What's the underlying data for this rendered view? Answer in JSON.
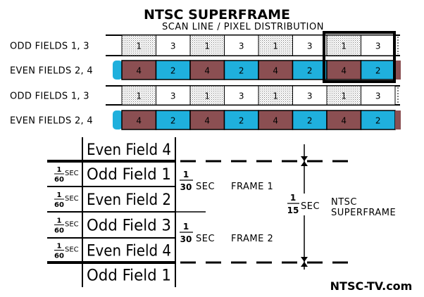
{
  "title": "NTSC SUPERFRAME",
  "subtitle": "SCAN LINE / PIXEL DISTRIBUTION",
  "rows": [
    {
      "label": "ODD FIELDS 1, 3",
      "kind": "odd",
      "cells": [
        "1",
        "3",
        "1",
        "3",
        "1",
        "3",
        "1",
        "3"
      ]
    },
    {
      "label": "EVEN FIELDS 2, 4",
      "kind": "even",
      "cells": [
        "4",
        "2",
        "4",
        "2",
        "4",
        "2",
        "4",
        "2"
      ]
    },
    {
      "label": "ODD FIELDS 1, 3",
      "kind": "odd",
      "cells": [
        "1",
        "3",
        "1",
        "3",
        "1",
        "3",
        "1",
        "3"
      ]
    },
    {
      "label": "EVEN FIELDS 2, 4",
      "kind": "even",
      "cells": [
        "4",
        "2",
        "4",
        "2",
        "4",
        "2",
        "4",
        "2"
      ]
    }
  ],
  "colors": {
    "cell_brown": "#8b4f52",
    "cell_blue": "#1fb0dd",
    "dotted_bg": "#ededed",
    "line": "#000000"
  },
  "fields": [
    {
      "name": "Even Field 4",
      "duration_num": "",
      "duration_den": "",
      "unit": ""
    },
    {
      "name": "Odd Field 1",
      "duration_num": "1",
      "duration_den": "60",
      "unit": "SEC"
    },
    {
      "name": "Even Field 2",
      "duration_num": "1",
      "duration_den": "60",
      "unit": "SEC"
    },
    {
      "name": "Odd Field 3",
      "duration_num": "1",
      "duration_den": "60",
      "unit": "SEC"
    },
    {
      "name": "Even Field 4",
      "duration_num": "1",
      "duration_den": "60",
      "unit": "SEC"
    },
    {
      "name": "Odd Field 1",
      "duration_num": "",
      "duration_den": "",
      "unit": ""
    }
  ],
  "frames": [
    {
      "num": "1",
      "den": "30",
      "unit": "SEC",
      "label": "FRAME 1"
    },
    {
      "num": "1",
      "den": "30",
      "unit": "SEC",
      "label": "FRAME 2"
    }
  ],
  "superframe": {
    "num": "1",
    "den": "15",
    "unit": "SEC",
    "label_line1": "NTSC",
    "label_line2": "SUPERFRAME"
  },
  "brand": "NTSC-TV.com"
}
